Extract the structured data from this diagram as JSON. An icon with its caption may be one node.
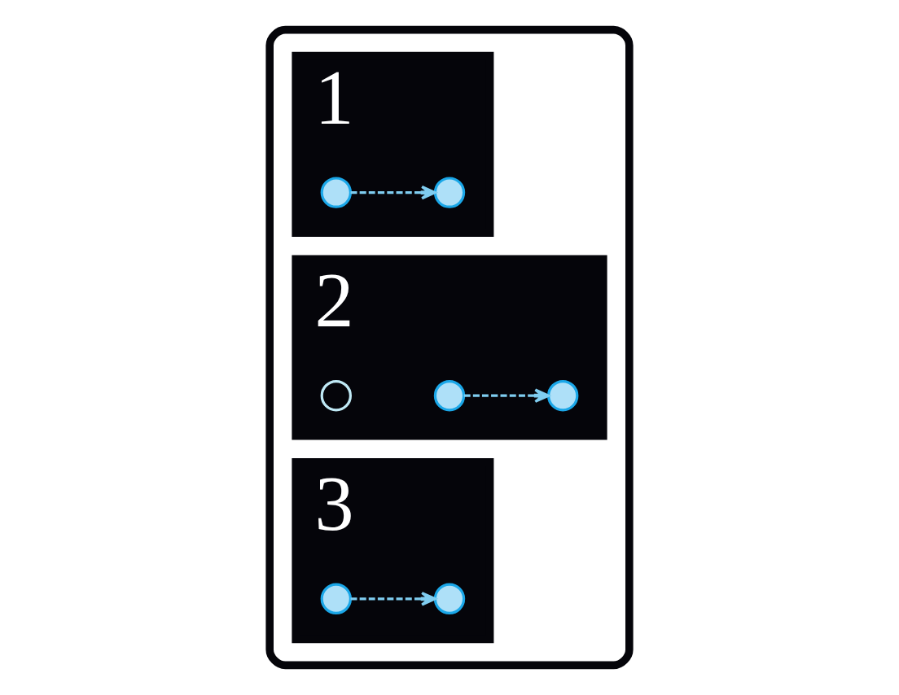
{
  "diagram": {
    "nodes": [
      {
        "text": [],
        "shape": "box"
      },
      {
        "text": [
          "1"
        ],
        "in": 0
      },
      {
        "text": [],
        "shape": "circle",
        "in": 1
      },
      {
        "text": [],
        "shape": "circle",
        "in": 1
      },
      {
        "text": [
          "2"
        ],
        "in": 0
      },
      {
        "text": [],
        "shape": "circle",
        "in": 4
      },
      {
        "text": [],
        "shape": "circle",
        "in": 4
      },
      {
        "text": [],
        "shape": "circle",
        "in": 4
      },
      {
        "text": [
          "3"
        ],
        "in": 0
      },
      {
        "text": [],
        "shape": "circle",
        "in": 8
      },
      {
        "text": [],
        "shape": "circle",
        "in": 8
      }
    ],
    "edges": [
      {
        "from": 2,
        "to": 3,
        "arrow": "to",
        "style": "dashed"
      },
      {
        "from": 6,
        "to": 7,
        "arrow": "to",
        "style": "dashed"
      },
      {
        "from": 9,
        "to": 10,
        "arrow": "to",
        "style": "dashed"
      }
    ]
  }
}
